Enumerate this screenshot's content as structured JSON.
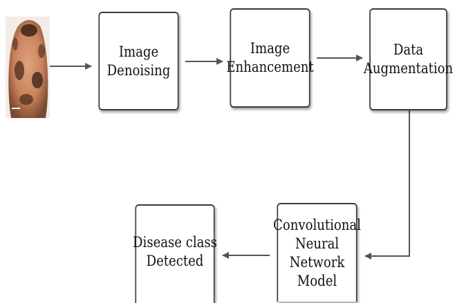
{
  "diagram": {
    "input_image": "scalp-photo",
    "boxes": {
      "denoise": [
        "Image",
        "Denoising"
      ],
      "enhance": [
        "Image",
        "Enhancement"
      ],
      "augment": [
        "Data",
        "Augmentation"
      ],
      "cnn": [
        "Convolutional",
        "Neural",
        "Network",
        "Model"
      ],
      "result": [
        "Disease class",
        "Detected"
      ]
    },
    "colors": {
      "border": "#3a3a3a",
      "arrow": "#555555"
    }
  }
}
